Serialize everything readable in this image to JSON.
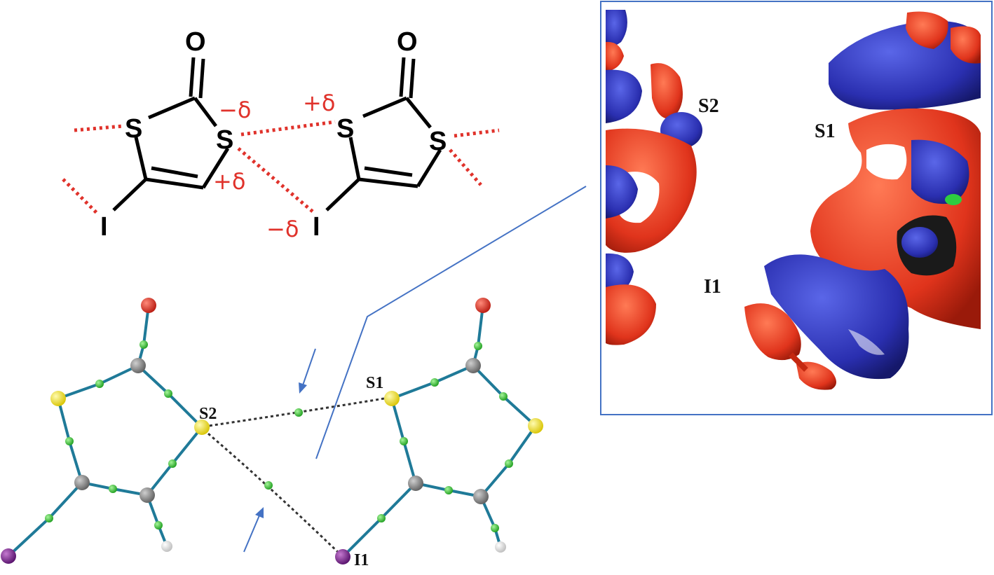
{
  "scheme": {
    "left": {
      "O": "O",
      "S_left": "S",
      "S_right": "S",
      "I": "I"
    },
    "right": {
      "O": "O",
      "S_left": "S",
      "S_right": "S",
      "I": "I"
    },
    "charges": {
      "s_left_neg": "−δ",
      "s_left_pos": "+δ",
      "i_right_neg": "−δ",
      "s_right_pos": "+δ"
    }
  },
  "ball_stick": {
    "labels": {
      "s2": "S2",
      "s1": "S1",
      "i1": "I1"
    },
    "atom_colors": {
      "oxygen": "#d62a1c",
      "sulfur": "#f2e21a",
      "carbon": "#8c8c8c",
      "iodine": "#7a1f86",
      "hydrogen": "#e8e8e8",
      "critical_point": "#3cc13c"
    }
  },
  "inset": {
    "labels": {
      "s2": "S2",
      "s1": "S1",
      "i1": "I1"
    },
    "colors": {
      "positive_lobe": "#e8341c",
      "negative_lobe": "#2a2fb0",
      "frame": "#4472c4"
    }
  }
}
